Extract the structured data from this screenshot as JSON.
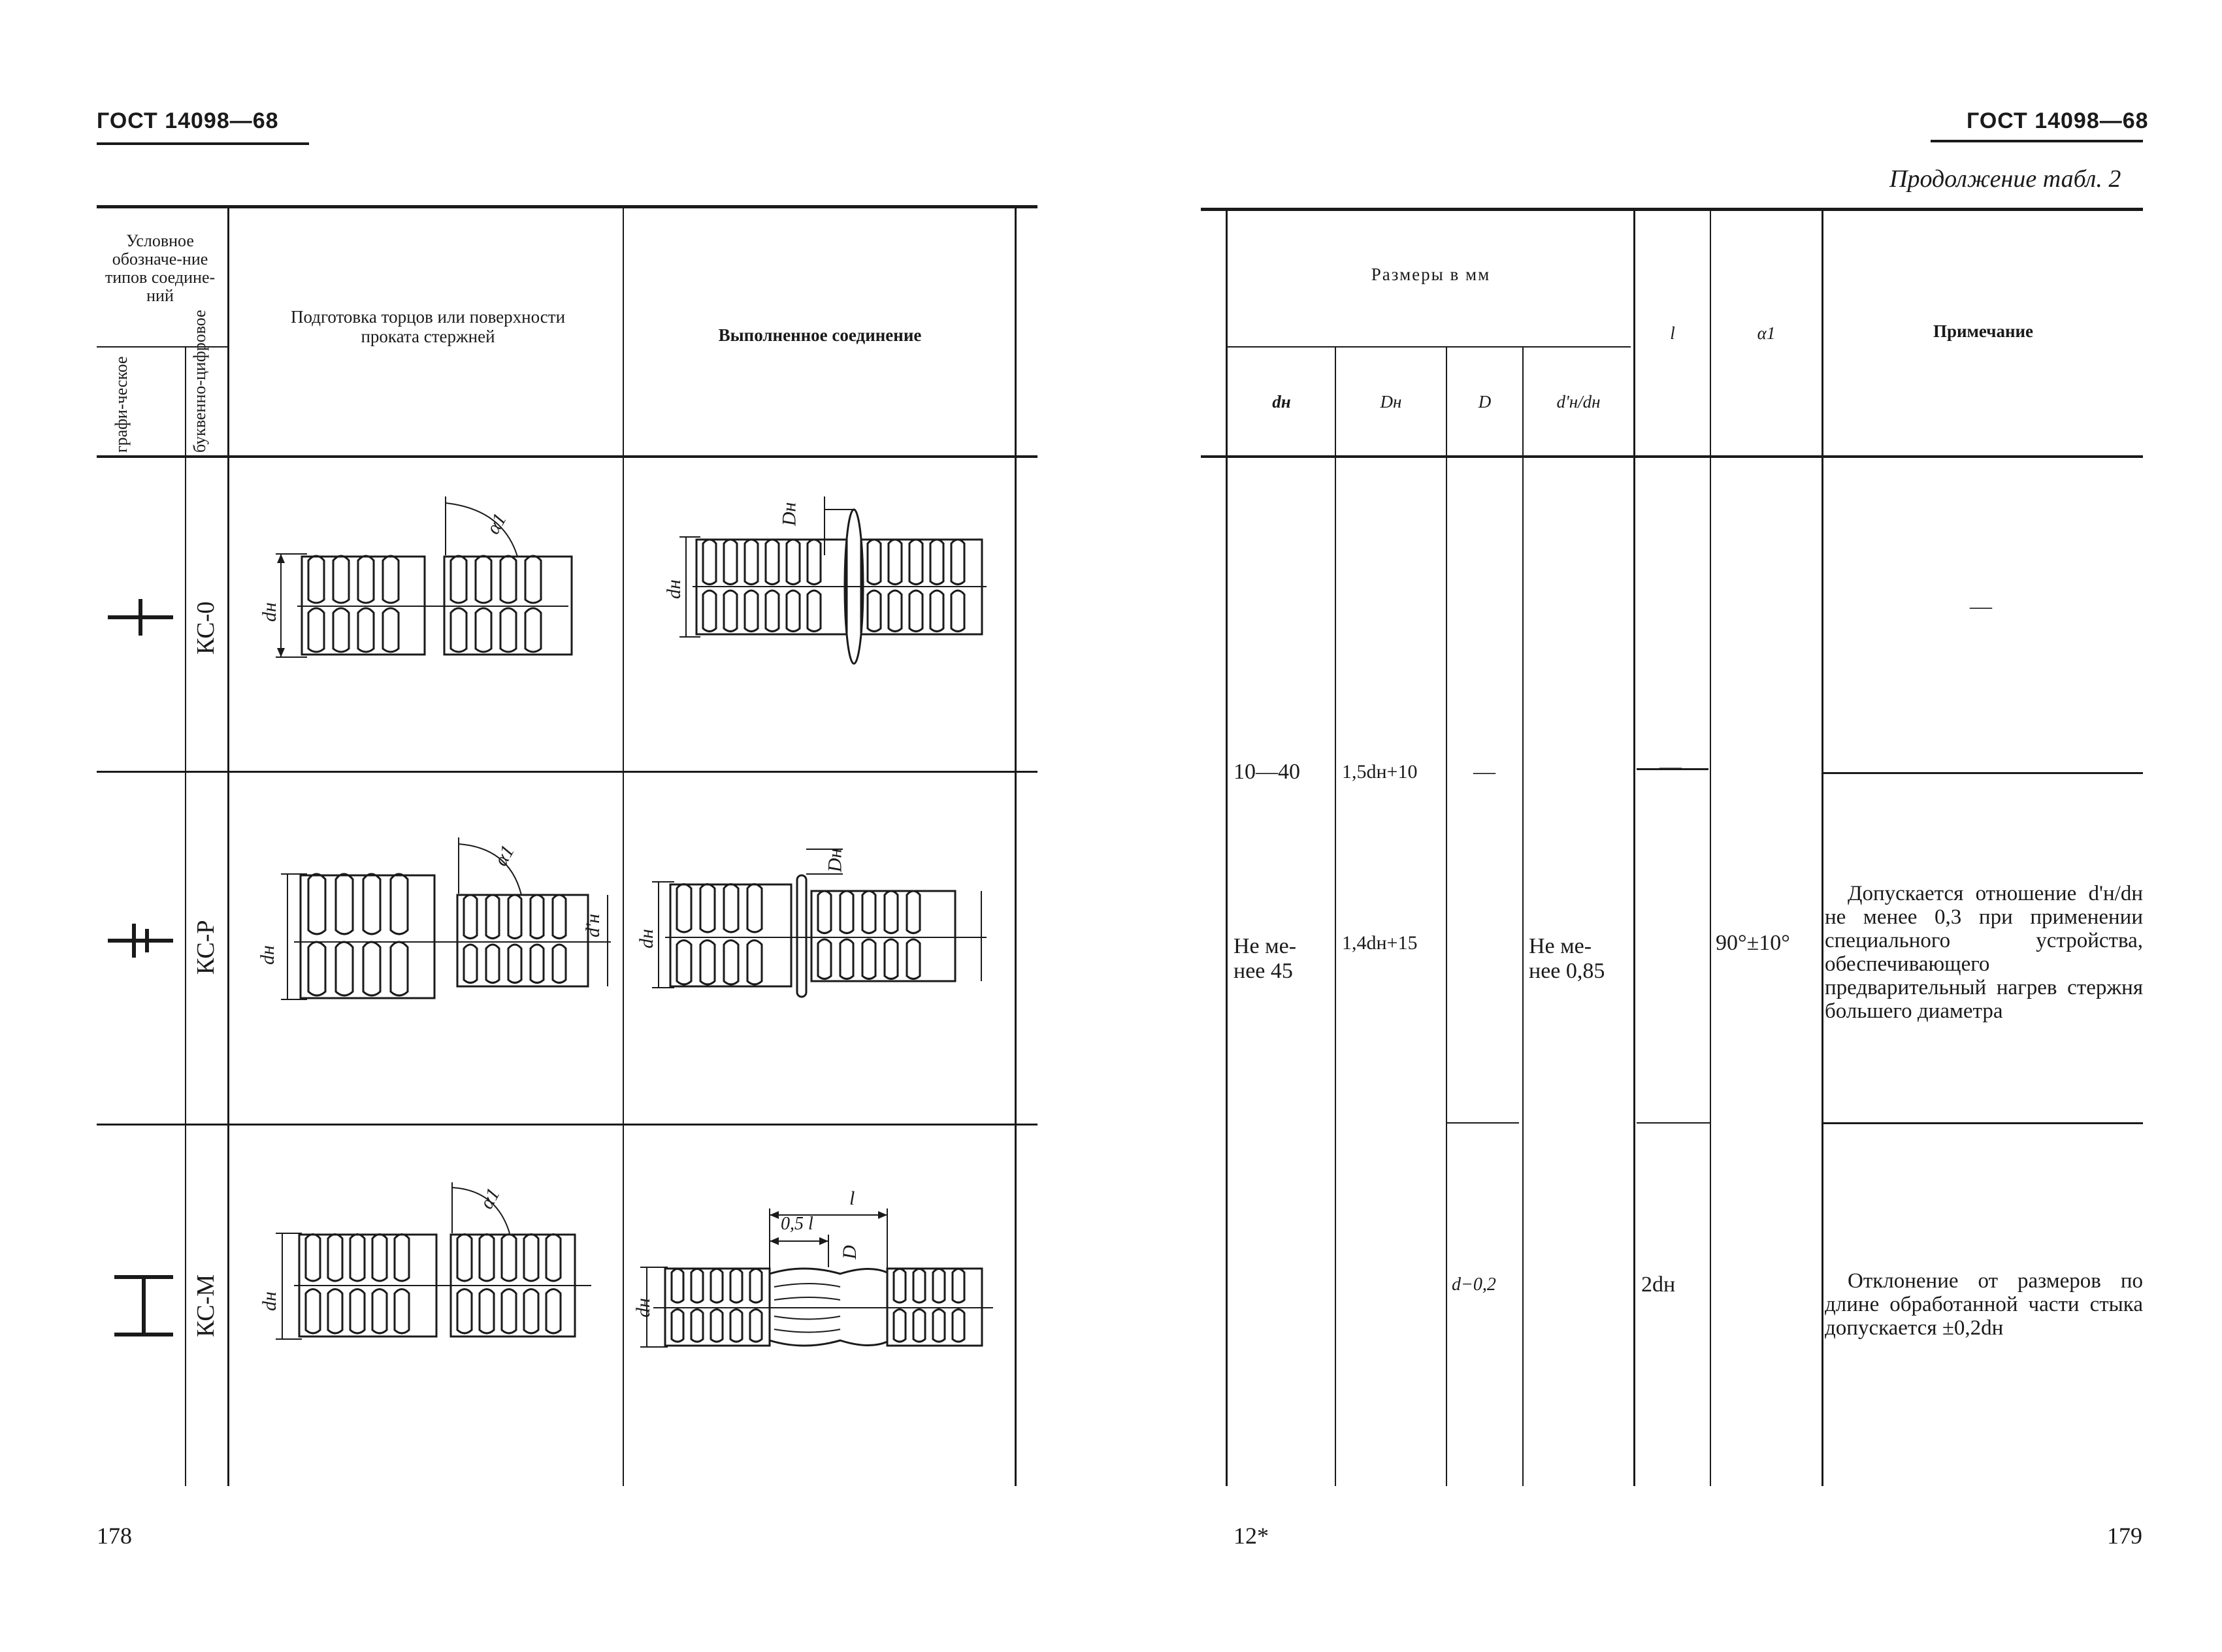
{
  "left_page": {
    "header": "ГОСТ 14098—68",
    "page_number": "178",
    "col_designation": "Условное обозначе-ние типов соедине-ний",
    "col_graphic": "графи-ческое",
    "col_alpha": "буквенно-цифровое",
    "col_preparation": "Подготовка торцов или поверхности проката стержней",
    "col_result": "Выполненное соединение",
    "rows": [
      {
        "code": "КС-0",
        "label_dn": "dн",
        "label_alpha": "α1",
        "label_Dn": "Dн"
      },
      {
        "code": "КС-Р",
        "label_dn": "dн",
        "label_dn2": "d'н",
        "label_alpha": "α1",
        "label_Dn": "Dн"
      },
      {
        "code": "КС-М",
        "label_dn": "dн",
        "label_alpha": "α1",
        "label_l": "l",
        "label_half_l": "0,5 l",
        "label_D": "D"
      }
    ]
  },
  "right_page": {
    "header": "ГОСТ 14098—68",
    "continuation": "Продолжение табл. 2",
    "page_number": "179",
    "sheet_mark": "12*",
    "col_sizes": "Размеры в мм",
    "col_dn": "dн",
    "col_Dn": "Dн",
    "col_D": "D",
    "col_ratio": "d'н/dн",
    "col_l": "l",
    "col_alpha": "α1",
    "col_note": "Примечание",
    "dn_row1": "10—40",
    "dn_row2": "Не ме-нее 45",
    "Dn_row1": "1,5dн+10",
    "Dn_row2": "1,4dн+15",
    "D_row1": "—",
    "D_row3": "d−0,2",
    "ratio_row2": "Не ме-нее 0,85",
    "l_row1": "—",
    "l_row3": "2dн",
    "alpha_row2": "90°±10°",
    "note_row1": "—",
    "note_row2": "Допускается отношение d'н/dн не менее 0,3 при применении специального устройства, обеспечивающего предварительный нагрев стержня большего диаметра",
    "note_row3": "Отклонение от размеров по длине обработанной части стыка допускается ±0,2dн"
  }
}
